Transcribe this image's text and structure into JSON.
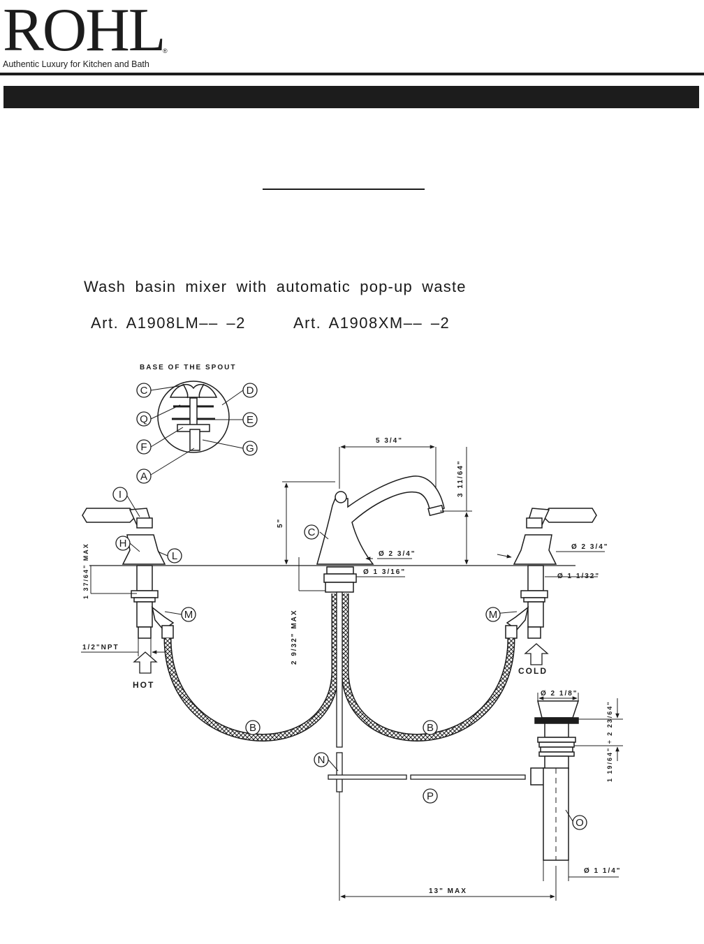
{
  "header": {
    "logo": "ROHL",
    "tagline": "Authentic Luxury for Kitchen and Bath"
  },
  "product": {
    "description": "Wash basin mixer with automatic pop-up waste",
    "articles": [
      "Art. A1908LM–– –2",
      "Art. A1908XM–– –2"
    ]
  },
  "diagram": {
    "detail_title": "BASE OF THE SPOUT",
    "callouts": {
      "A": "A",
      "B": "B",
      "C": "C",
      "D": "D",
      "E": "E",
      "F": "F",
      "G": "G",
      "H": "H",
      "I": "I",
      "L": "L",
      "M": "M",
      "N": "N",
      "O": "O",
      "P": "P",
      "Q": "Q"
    },
    "dimensions": {
      "spout_reach": "5 3/4\"",
      "spout_outlet_height": "3 11/64\"",
      "spout_height": "5\"",
      "spout_base_dia": "Ø 2 3/4\"",
      "spout_shank_dia": "Ø 1 3/16\"",
      "handle_base_dia": "Ø 2 3/4\"",
      "handle_shank_dia": "Ø 1 1/32\"",
      "deck_max": "1 37/64\" MAX",
      "under_deck_max": "2 9/32\" MAX",
      "npt": "1/2\"NPT",
      "drain_dia": "Ø 2 1/8\"",
      "drain_flange": "1 19/64\" ÷ 2 23/64\"",
      "tailpiece_dia": "Ø 1 1/4\"",
      "center_max": "13\" MAX"
    },
    "supply_labels": {
      "hot": "HOT",
      "cold": "COLD"
    }
  }
}
